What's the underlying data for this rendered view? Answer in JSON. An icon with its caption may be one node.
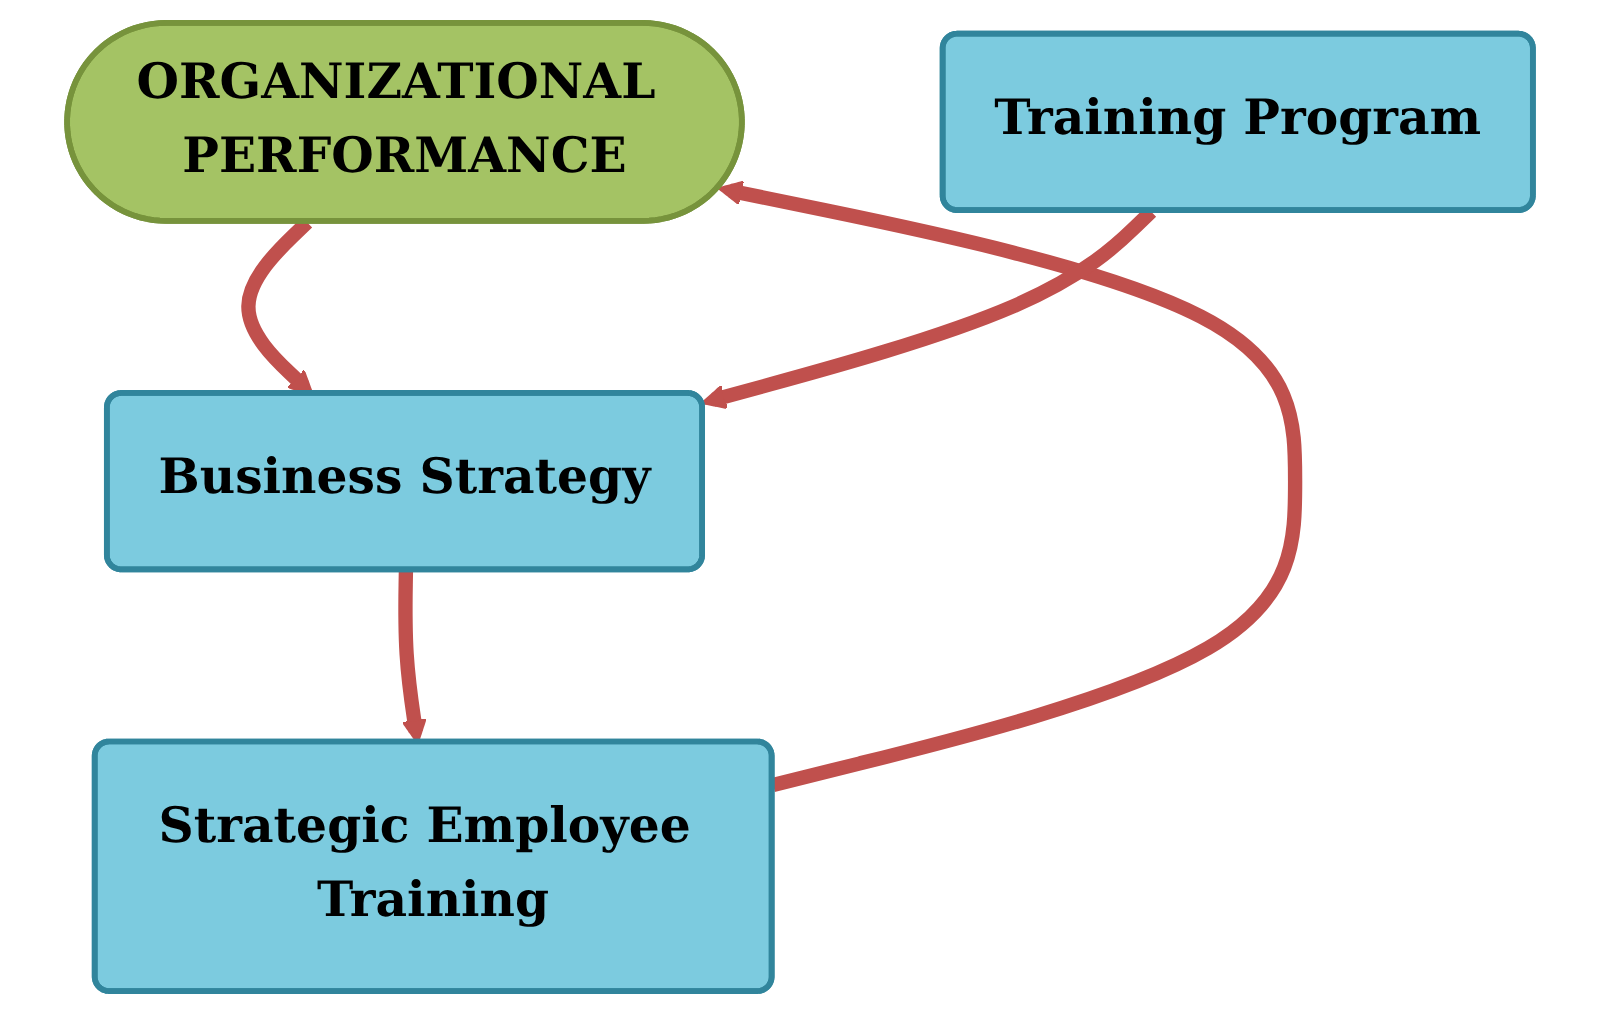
{
  "diagram": {
    "nodes": [
      {
        "text": [
          "ORGANIZATIONAL PERFORMANCE"
        ]
      },
      {
        "text": [
          "Strategic Employee Training"
        ]
      },
      {
        "text": [
          "Business Strategy"
        ]
      },
      {
        "text": [
          "Training Program"
        ]
      }
    ],
    "edges": [
      {
        "from": 1,
        "to": 0,
        "arrow": "to"
      },
      {
        "from": 0,
        "to": 2,
        "arrow": "to"
      },
      {
        "from": 2,
        "to": 1,
        "arrow": "to"
      },
      {
        "from": 3,
        "to": 2,
        "arrow": "to"
      }
    ]
  }
}
